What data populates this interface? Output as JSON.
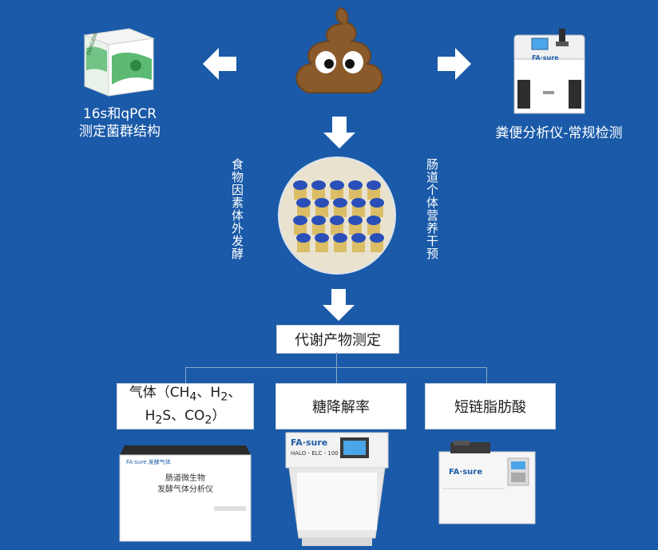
{
  "top_left": {
    "line1": "16s和qPCR",
    "line2": "测定菌群结构",
    "kit_brand": "FAMIGENE"
  },
  "top_right": {
    "line1": "粪便分析仪-常规检测",
    "instrument_brand": "FA·sure"
  },
  "side_left": "食物因素体外发酵",
  "side_right": "肠道个体营养干预",
  "center_box": "代谢产物测定",
  "gas_box": {
    "line1": {
      "pre": "气体（CH",
      "s1": "4",
      "mid1": "、H",
      "s2": "2",
      "post": "、"
    },
    "line2": {
      "pre": "H",
      "s1": "2",
      "mid1": "S、CO",
      "s2": "2",
      "post": "）"
    }
  },
  "sugar_box": "糖降解率",
  "fatty_box": "短链脂肪酸",
  "device_left": {
    "brand": "FA·sure 发酵气体",
    "line1": "肠道微生物",
    "line2": "发酵气体分析仪"
  },
  "device_mid": {
    "brand": "FA·sure",
    "model": "HALO - ELC - 100"
  },
  "device_right": {
    "brand": "FA·sure"
  },
  "colors": {
    "background": "#1a5aa8",
    "arrow": "#ffffff",
    "box": "#ffffff"
  }
}
